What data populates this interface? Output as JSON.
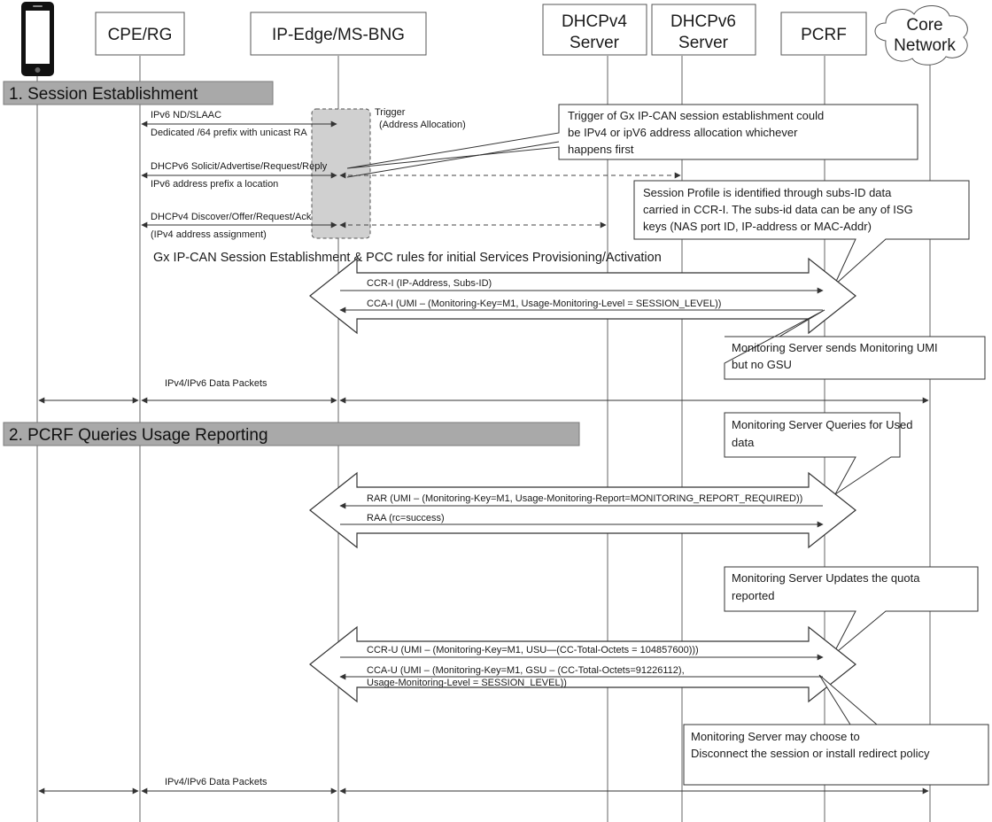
{
  "entities": {
    "device": "",
    "cpe": "CPE/RG",
    "ipedge": "IP-Edge/MS-BNG",
    "dhcpv4": [
      "DHCPv4",
      "Server"
    ],
    "dhcpv6": [
      "DHCPv6",
      "Server"
    ],
    "pcrf": "PCRF",
    "core": [
      "Core",
      "Network"
    ]
  },
  "sections": {
    "s1": "1. Session Establishment",
    "s2": "2. PCRF Queries Usage Reporting"
  },
  "trigger": [
    "Trigger",
    "(Address Allocation)"
  ],
  "messages": {
    "nd1": "IPv6 ND/SLAAC",
    "nd2": "Dedicated /64 prefix with unicast RA",
    "dhcp6_1": "DHCPv6 Solicit/Advertise/Request/Reply",
    "dhcp6_2": "IPv6 address prefix a location",
    "dhcp4_1": "DHCPv4 Discover/Offer/Request/Ack",
    "dhcp4_2": "(IPv4 address assignment)",
    "gx_title": "Gx IP-CAN Session Establishment & PCC rules for initial Services Provisioning/Activation",
    "ccri": "CCR-I (IP-Address, Subs-ID)",
    "ccai": "CCA-I (UMI – (Monitoring-Key=M1, Usage-Monitoring-Level = SESSION_LEVEL))",
    "data1": "IPv4/IPv6 Data Packets",
    "rar": "RAR (UMI – (Monitoring-Key=M1, Usage-Monitoring-Report=MONITORING_REPORT_REQUIRED))",
    "raa": "RAA (rc=success)",
    "ccru": "CCR-U (UMI – (Monitoring-Key=M1, USU—(CC-Total-Octets = 104857600)))",
    "ccau1": "CCA-U (UMI – (Monitoring-Key=M1, GSU – (CC-Total-Octets=91226112),",
    "ccau2": "Usage-Monitoring-Level = SESSION_LEVEL))",
    "data2": "IPv4/IPv6 Data Packets"
  },
  "notes": {
    "trigger_gx": [
      "Trigger of Gx IP-CAN session establishment could",
      "be IPv4 or ipV6 address allocation whichever",
      "happens first"
    ],
    "profile": [
      "Session Profile is identified through subs-ID data",
      "carried in CCR-I. The subs-id data can be any of ISG",
      "keys (NAS port ID, IP-address or MAC-Addr)"
    ],
    "umi": [
      "Monitoring Server sends Monitoring UMI",
      "but no GSU"
    ],
    "queries": [
      "Monitoring Server Queries for Used",
      "data"
    ],
    "updates": [
      "Monitoring Server  Updates the quota",
      "reported"
    ],
    "disconnect": [
      "Monitoring Server may choose to",
      "Disconnect the session or install redirect policy"
    ]
  }
}
